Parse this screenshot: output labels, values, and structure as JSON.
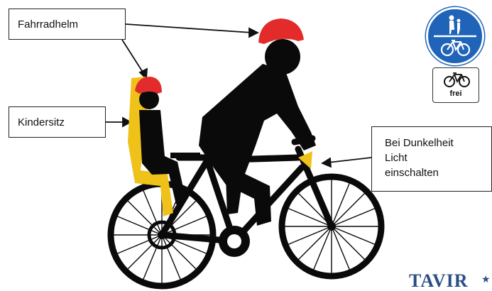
{
  "labels": {
    "helmet": "Fahrradhelm",
    "child_seat": "Kindersitz",
    "light_lines": [
      "Bei Dunkelheit",
      "Licht",
      "einschalten"
    ]
  },
  "signs": {
    "shared_path": {
      "icon": "pedestrian-bicycle-sign-icon",
      "color": "#1f64b8"
    },
    "bicycles_allowed": {
      "icon": "bicycle-icon",
      "text": "frei"
    }
  },
  "watermark": {
    "text": "TAVIR",
    "symbol": "★"
  },
  "colors": {
    "helmet": "#e42b2b",
    "child_seat": "#efc21a",
    "silhouette": "#0a0a0a"
  }
}
